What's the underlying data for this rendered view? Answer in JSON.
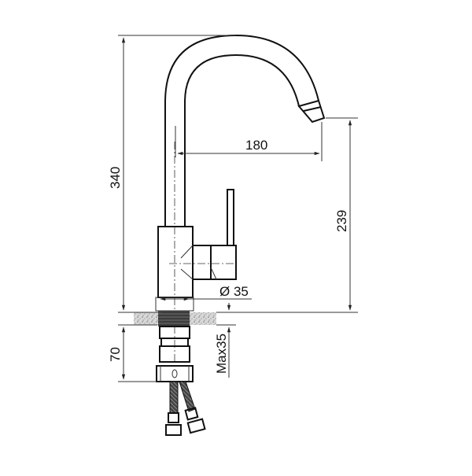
{
  "drawing": {
    "title": "Kitchen faucet technical drawing",
    "units": "mm",
    "colors": {
      "line": "#111111",
      "background": "#ffffff",
      "countertop": "#bbbbbb"
    },
    "dimensions": {
      "total_height": "340",
      "spout_reach": "180",
      "spout_outlet_height": "239",
      "base_diameter": "Ø 35",
      "below_counter": "70",
      "max_counter_thickness": "Max35"
    }
  }
}
